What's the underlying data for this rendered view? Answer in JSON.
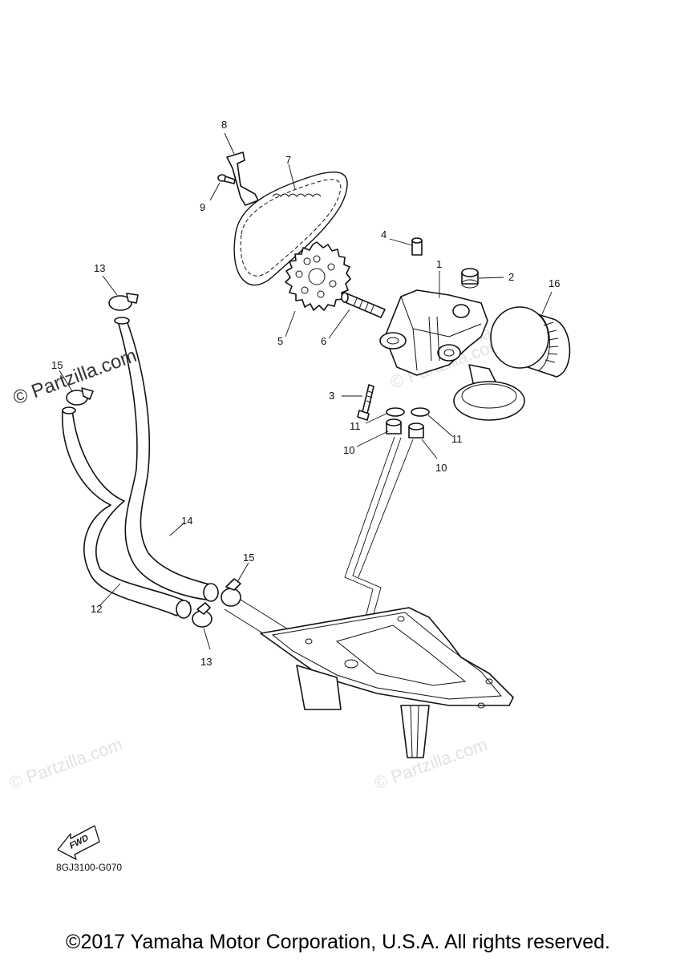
{
  "callouts": {
    "c1": "1",
    "c2": "2",
    "c3": "3",
    "c4": "4",
    "c5": "5",
    "c6": "6",
    "c7": "7",
    "c8": "8",
    "c9": "9",
    "c10a": "10",
    "c10b": "10",
    "c11a": "11",
    "c11b": "11",
    "c12": "12",
    "c13a": "13",
    "c13b": "13",
    "c14": "14",
    "c15a": "15",
    "c15b": "15",
    "c16": "16"
  },
  "watermarks": {
    "main": "© Partzilla.com",
    "faint_1": "© Partzilla.com",
    "faint_2": "© Partzilla.com",
    "faint_3": "© Partzilla.com",
    "faint_4": "© Partzilla.com"
  },
  "fwd_label": "FWD",
  "diagram_code": "8GJ3100-G070",
  "copyright": "©2017 Yamaha Motor Corporation, U.S.A. All rights reserved."
}
